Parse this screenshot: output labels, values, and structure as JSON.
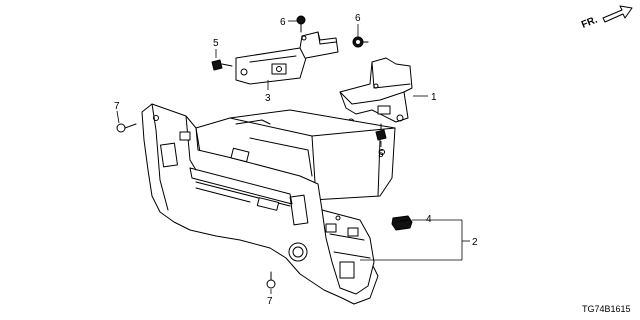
{
  "diagram": {
    "direction_indicator": {
      "label": "FR.",
      "icon": "arrow-icon"
    },
    "diagram_code": "TG74B1615",
    "callouts": [
      {
        "id": "c6a",
        "label": "6"
      },
      {
        "id": "c6b",
        "label": "6"
      },
      {
        "id": "c5a",
        "label": "5"
      },
      {
        "id": "c3",
        "label": "3"
      },
      {
        "id": "c1",
        "label": "1"
      },
      {
        "id": "c5b",
        "label": "5"
      },
      {
        "id": "c7a",
        "label": "7"
      },
      {
        "id": "c4",
        "label": "4"
      },
      {
        "id": "c2",
        "label": "2"
      },
      {
        "id": "c7b",
        "label": "7"
      }
    ]
  }
}
